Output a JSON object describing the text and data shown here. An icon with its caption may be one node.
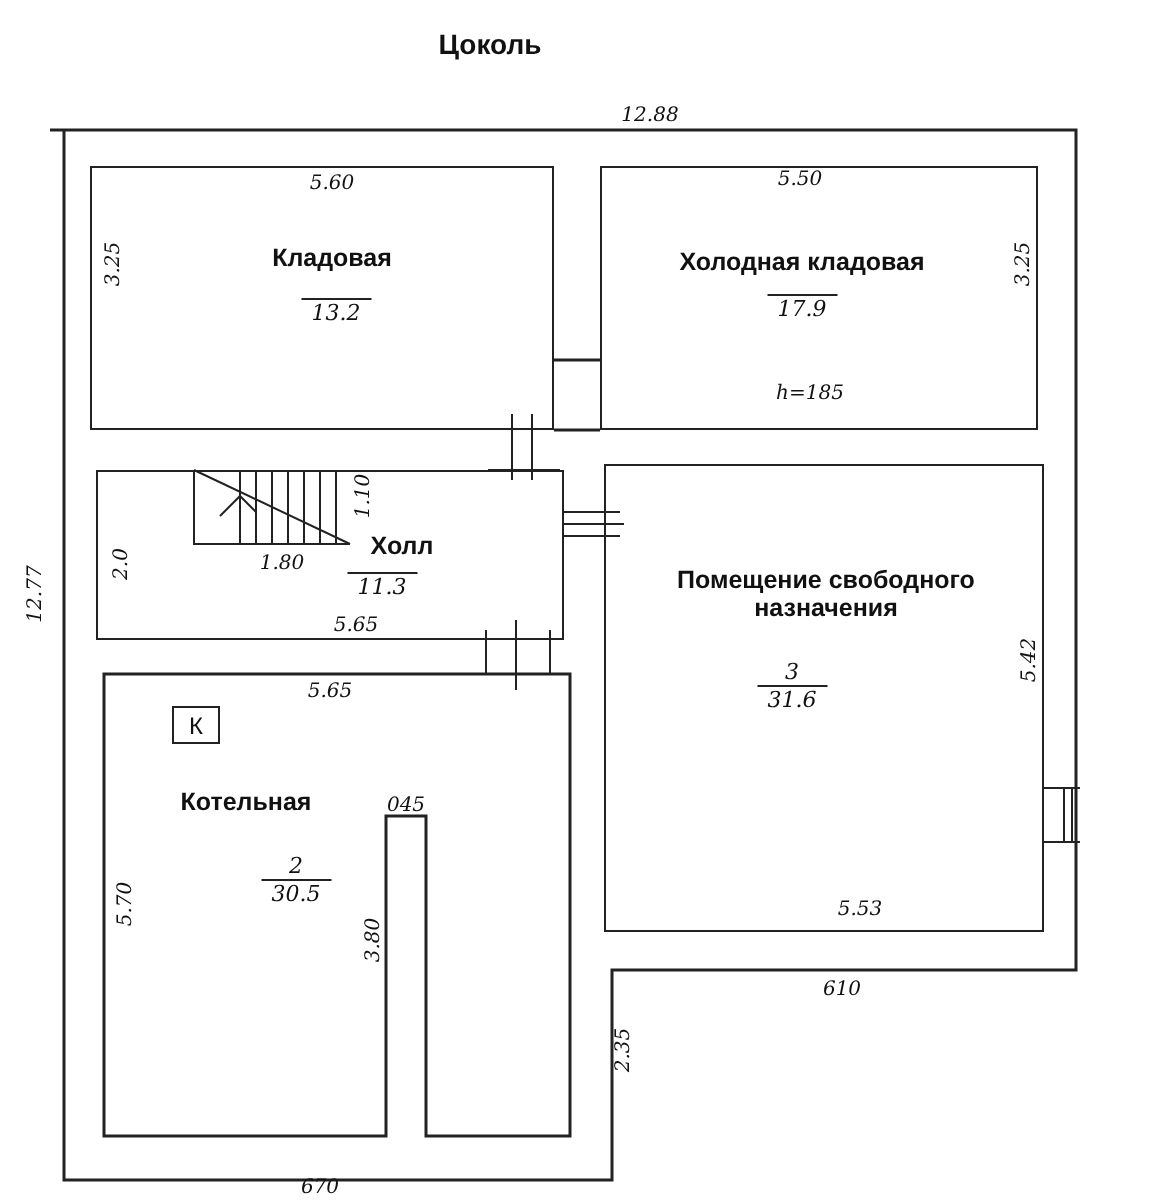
{
  "diagram": {
    "title": "Цоколь",
    "nodes": [
      {
        "text": [
          "Кладовая",
          "13.2"
        ]
      },
      {
        "text": [
          "Холодная кладовая",
          "17.9"
        ]
      },
      {
        "text": [
          "Холл",
          "11.3"
        ]
      },
      {
        "text": [
          "Помещение свободного назначения",
          "3",
          "31.6"
        ]
      },
      {
        "text": [
          "Котельная",
          "2",
          "30.5"
        ]
      },
      {
        "text": [
          "К"
        ],
        "in": 4
      }
    ],
    "labels": [
      "12.88",
      "5.60",
      "3.25",
      "5.50",
      "3.25",
      "h=185",
      "12.77",
      "2.0",
      "1.10",
      "1.80",
      "5.65",
      "5.65",
      "5.42",
      "5.70",
      "045",
      "3.80",
      "5.53",
      "610",
      "2.35",
      "670"
    ]
  }
}
